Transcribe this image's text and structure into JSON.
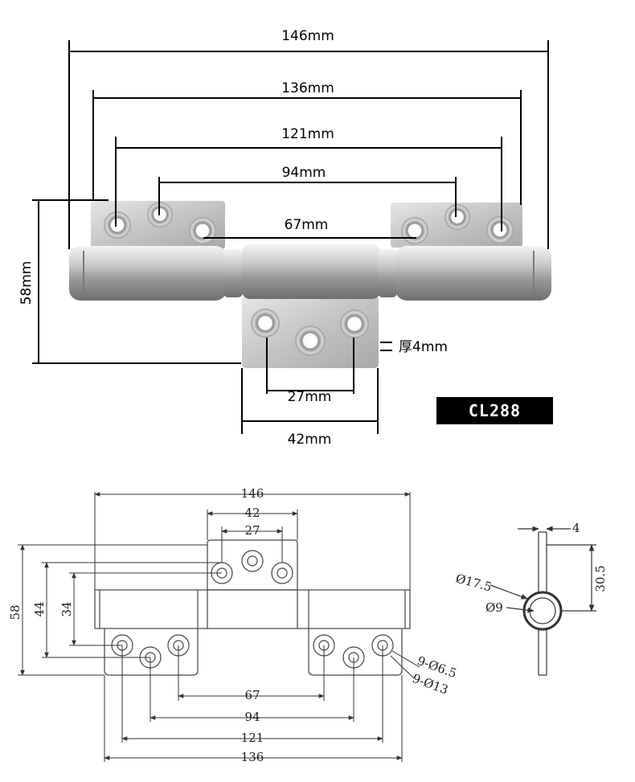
{
  "photo": {
    "dimensions": {
      "overall": "146mm",
      "plate_span": "136mm",
      "outer_holes": "121mm",
      "middle_holes": "94mm",
      "inner_holes": "67mm",
      "height": "58mm",
      "bottom_holes": "27mm",
      "bottom_plate": "42mm"
    },
    "thickness_label": "厚4mm",
    "model": "CL288"
  },
  "drawing": {
    "top_dims": {
      "overall": "146",
      "plate": "42",
      "holes": "27"
    },
    "left_dims": {
      "height": "58",
      "inner": "44",
      "hole": "34"
    },
    "bottom_dims": {
      "d67": "67",
      "d94": "94",
      "d121": "121",
      "d136": "136"
    },
    "hole_notes": {
      "small": "9-Ø6.5",
      "large": "9-Ø13"
    },
    "side_view": {
      "thickness": "4",
      "offset": "30.5",
      "outer_dia": "Ø17.5",
      "inner_dia": "Ø9"
    }
  }
}
